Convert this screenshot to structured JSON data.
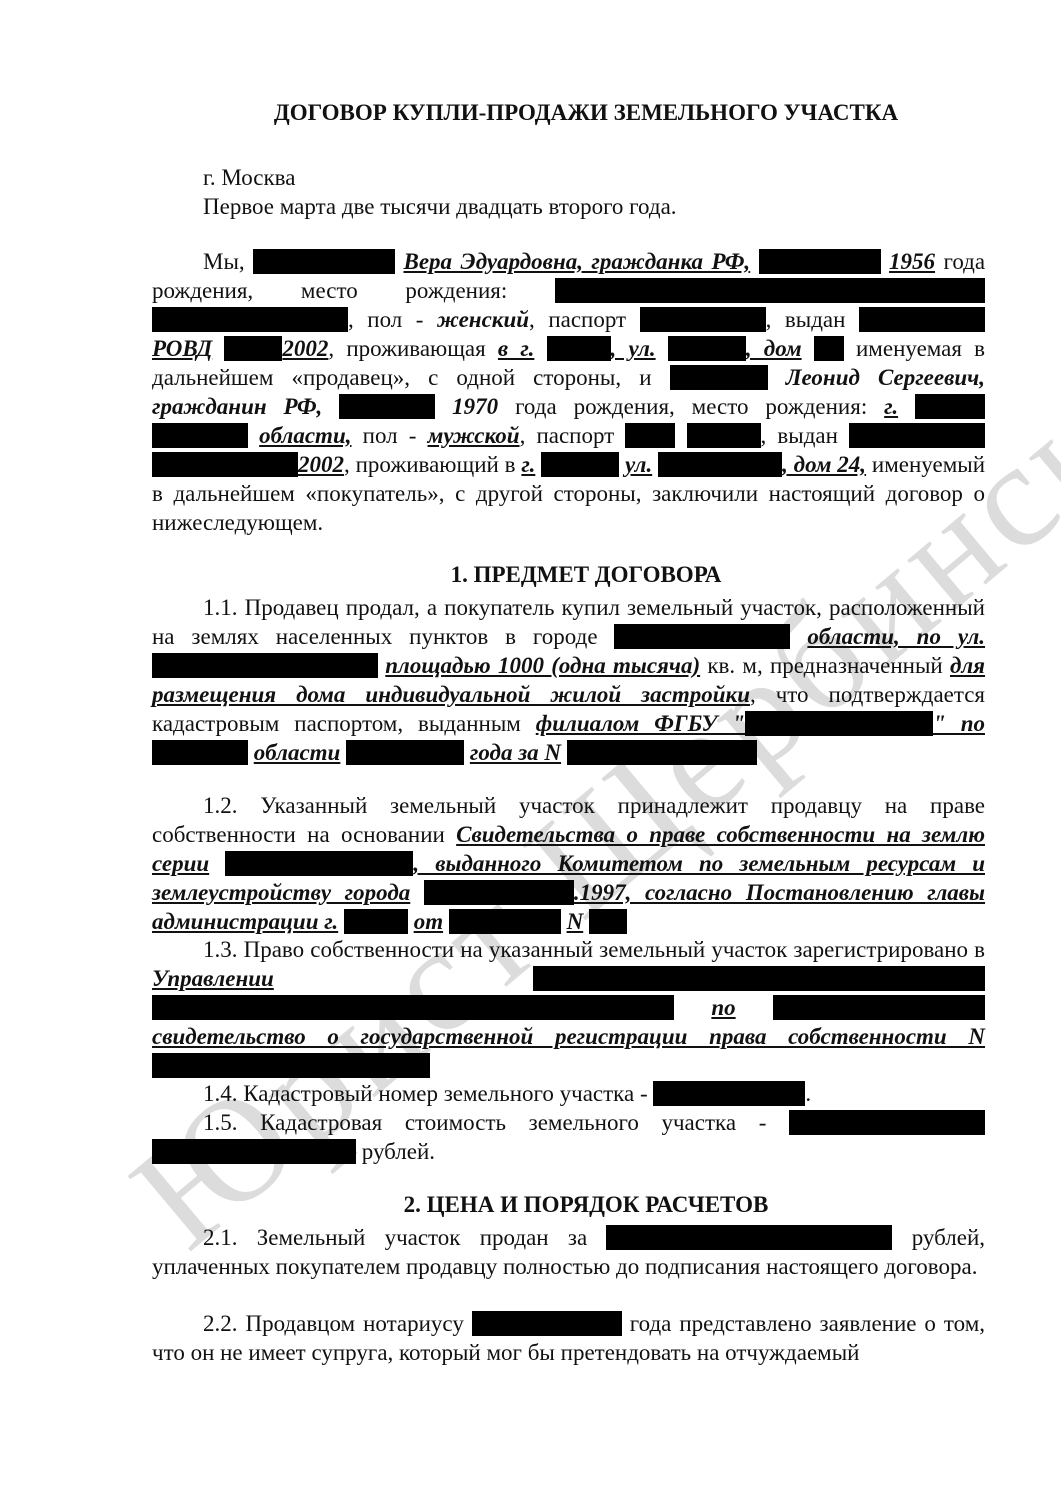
{
  "watermark": "Юрист Щербинский А.Е.",
  "title": "ДОГОВОР КУПЛИ-ПРОДАЖИ ЗЕМЕЛЬНОГО УЧАСТКА",
  "city": "г. Москва",
  "date": "Первое марта две тысячи двадцать второго года.",
  "parties": {
    "t1": "Мы,",
    "t2": "Вера Эдуардовна, гражданка РФ,",
    "t3": "1956",
    "t4": "года рождения, место рождения:",
    "t5": ", пол -",
    "t6": "женский",
    "t7": ", паспорт",
    "t8": ", выдан",
    "t9": "РОВД",
    "t10": "2002",
    "t11": ", проживающая",
    "t12": "в г.",
    "t13": ", ул.",
    "t14": ", дом",
    "t15": "именуемая в дальнейшем «продавец», с одной стороны, и",
    "t16": "Леонид Сергеевич, гражданин РФ,",
    "t17": "1970",
    "t18": "года рождения, место рождения:",
    "t19": "г.",
    "t20": "области,",
    "t21": "пол -",
    "t22": "мужской",
    "t23": ", паспорт",
    "t24": ", выдан",
    "t25": "2002",
    "t26": ", проживающий в",
    "t27": "г.",
    "t28": "ул.",
    "t29": ", дом 24,",
    "t30": "именуемый в дальнейшем «покупатель», с другой стороны, заключили настоящий договор о нижеследующем."
  },
  "section1": {
    "title": "1. ПРЕДМЕТ ДОГОВОРА",
    "p11": {
      "a": "1.1. Продавец продал, а покупатель купил земельный участок, расположенный на землях населенных пунктов в городе",
      "b": "области, по ул.",
      "c": "площадью 1000 (одна тысяча)",
      "d": "кв. м, предназначенный",
      "e": "для размещения дома индивидуальной жилой застройки",
      "f": ", что подтверждается кадастровым паспортом, выданным",
      "g": "филиалом ФГБУ \"",
      "h": "\" по",
      "i": "области",
      "j": "года за N"
    },
    "p12": {
      "a": "1.2. Указанный земельный участок принадлежит продавцу на праве собственности на основании",
      "b": "Свидетельства о праве собственности на землю серии",
      "c": ", выданного Комитетом по земельным ресурсам и землеустройству города",
      "d": ".1997, согласно Постановлению главы администрации г.",
      "e": "от",
      "f": "N"
    },
    "p13": {
      "a": "1.3. Право собственности на указанный земельный участок зарегистрировано в",
      "b": "Управлении",
      "c": "по",
      "d": "свидетельство о государственной регистрации права собственности N"
    },
    "p14": {
      "a": "1.4. Кадастровый номер земельного участка -",
      "b": "."
    },
    "p15": {
      "a": "1.5. Кадастровая стоимость земельного участка -",
      "b": "рублей."
    }
  },
  "section2": {
    "title": "2. ЦЕНА И ПОРЯДОК РАСЧЕТОВ",
    "p21": {
      "a": "2.1. Земельный участок продан за",
      "b": "рублей, уплаченных покупателем продавцу полностью до подписания настоящего договора."
    },
    "p22": {
      "a": "2.2. Продавцом нотариусу",
      "b": "года представлено заявление о том, что он не имеет супруга, который мог бы претендовать на отчуждаемый"
    }
  }
}
